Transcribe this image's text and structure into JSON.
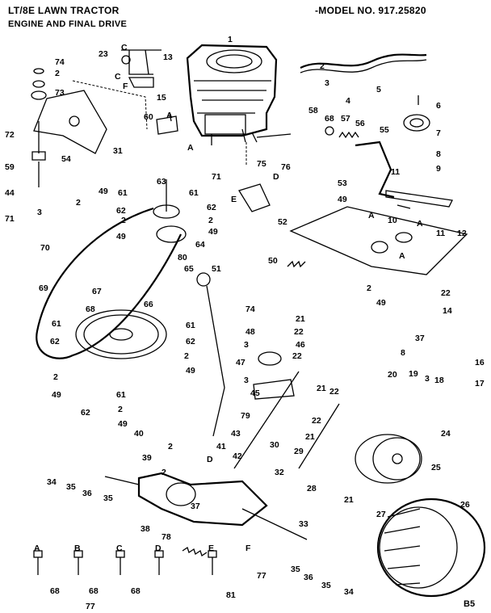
{
  "header": {
    "left_title": "LT/8E LAWN TRACTOR",
    "subtitle": "ENGINE AND FINAL DRIVE",
    "model": "-MODEL NO. 917.25820"
  },
  "corner_code": "B5",
  "callouts": [
    {
      "id": "c1",
      "text": "1"
    },
    {
      "id": "c2a",
      "text": "2"
    },
    {
      "id": "c3a",
      "text": "3"
    },
    {
      "id": "c4",
      "text": "4"
    },
    {
      "id": "c5",
      "text": "5"
    },
    {
      "id": "c6",
      "text": "6"
    },
    {
      "id": "c7",
      "text": "7"
    },
    {
      "id": "c8",
      "text": "8"
    },
    {
      "id": "c9",
      "text": "9"
    },
    {
      "id": "c10",
      "text": "10"
    },
    {
      "id": "c11a",
      "text": "11"
    },
    {
      "id": "c11b",
      "text": "11"
    },
    {
      "id": "c12",
      "text": "12"
    },
    {
      "id": "c13",
      "text": "13"
    },
    {
      "id": "c14",
      "text": "14"
    },
    {
      "id": "c15",
      "text": "15"
    },
    {
      "id": "c16",
      "text": "16"
    },
    {
      "id": "c17",
      "text": "17"
    },
    {
      "id": "c18",
      "text": "18"
    },
    {
      "id": "c19",
      "text": "19"
    },
    {
      "id": "c20",
      "text": "20"
    },
    {
      "id": "c21a",
      "text": "21"
    },
    {
      "id": "c21b",
      "text": "21"
    },
    {
      "id": "c21c",
      "text": "21"
    },
    {
      "id": "c21d",
      "text": "21"
    },
    {
      "id": "c22a",
      "text": "22"
    },
    {
      "id": "c22b",
      "text": "22"
    },
    {
      "id": "c22c",
      "text": "22"
    },
    {
      "id": "c22d",
      "text": "22"
    },
    {
      "id": "c22e",
      "text": "22"
    },
    {
      "id": "c23",
      "text": "23"
    },
    {
      "id": "c24",
      "text": "24"
    },
    {
      "id": "c25",
      "text": "25"
    },
    {
      "id": "c26",
      "text": "26"
    },
    {
      "id": "c27",
      "text": "27"
    },
    {
      "id": "c28",
      "text": "28"
    },
    {
      "id": "c29",
      "text": "29"
    },
    {
      "id": "c30",
      "text": "30"
    },
    {
      "id": "c31",
      "text": "31"
    },
    {
      "id": "c32",
      "text": "32"
    },
    {
      "id": "c33",
      "text": "33"
    },
    {
      "id": "c34a",
      "text": "34"
    },
    {
      "id": "c34b",
      "text": "34"
    },
    {
      "id": "c35a",
      "text": "35"
    },
    {
      "id": "c35b",
      "text": "35"
    },
    {
      "id": "c35c",
      "text": "35"
    },
    {
      "id": "c35d",
      "text": "35"
    },
    {
      "id": "c36a",
      "text": "36"
    },
    {
      "id": "c36b",
      "text": "36"
    },
    {
      "id": "c37a",
      "text": "37"
    },
    {
      "id": "c37b",
      "text": "37"
    },
    {
      "id": "c38",
      "text": "38"
    },
    {
      "id": "c39",
      "text": "39"
    },
    {
      "id": "c40",
      "text": "40"
    },
    {
      "id": "c41",
      "text": "41"
    },
    {
      "id": "c42",
      "text": "42"
    },
    {
      "id": "c43",
      "text": "43"
    },
    {
      "id": "c44",
      "text": "44"
    },
    {
      "id": "c45",
      "text": "45"
    },
    {
      "id": "c46",
      "text": "46"
    },
    {
      "id": "c47",
      "text": "47"
    },
    {
      "id": "c48",
      "text": "48"
    },
    {
      "id": "c49a",
      "text": "49"
    },
    {
      "id": "c49b",
      "text": "49"
    },
    {
      "id": "c49c",
      "text": "49"
    },
    {
      "id": "c49d",
      "text": "49"
    },
    {
      "id": "c49e",
      "text": "49"
    },
    {
      "id": "c49f",
      "text": "49"
    },
    {
      "id": "c49g",
      "text": "49"
    },
    {
      "id": "c49h",
      "text": "49"
    },
    {
      "id": "c50",
      "text": "50"
    },
    {
      "id": "c51",
      "text": "51"
    },
    {
      "id": "c52",
      "text": "52"
    },
    {
      "id": "c53",
      "text": "53"
    },
    {
      "id": "c54",
      "text": "54"
    },
    {
      "id": "c55",
      "text": "55"
    },
    {
      "id": "c56",
      "text": "56"
    },
    {
      "id": "c57",
      "text": "57"
    },
    {
      "id": "c58",
      "text": "58"
    },
    {
      "id": "c59",
      "text": "59"
    },
    {
      "id": "c60",
      "text": "60"
    },
    {
      "id": "c61a",
      "text": "61"
    },
    {
      "id": "c61b",
      "text": "61"
    },
    {
      "id": "c61c",
      "text": "61"
    },
    {
      "id": "c61d",
      "text": "61"
    },
    {
      "id": "c61e",
      "text": "61"
    },
    {
      "id": "c62a",
      "text": "62"
    },
    {
      "id": "c62b",
      "text": "62"
    },
    {
      "id": "c62c",
      "text": "62"
    },
    {
      "id": "c62d",
      "text": "62"
    },
    {
      "id": "c62e",
      "text": "62"
    },
    {
      "id": "c63",
      "text": "63"
    },
    {
      "id": "c64",
      "text": "64"
    },
    {
      "id": "c65",
      "text": "65"
    },
    {
      "id": "c66",
      "text": "66"
    },
    {
      "id": "c67",
      "text": "67"
    },
    {
      "id": "c68a",
      "text": "68"
    },
    {
      "id": "c68b",
      "text": "68"
    },
    {
      "id": "c68c",
      "text": "68"
    },
    {
      "id": "c68d",
      "text": "68"
    },
    {
      "id": "c68e",
      "text": "68"
    },
    {
      "id": "c69",
      "text": "69"
    },
    {
      "id": "c70",
      "text": "70"
    },
    {
      "id": "c71a",
      "text": "71"
    },
    {
      "id": "c71b",
      "text": "71"
    },
    {
      "id": "c72",
      "text": "72"
    },
    {
      "id": "c73",
      "text": "73"
    },
    {
      "id": "c74a",
      "text": "74"
    },
    {
      "id": "c74b",
      "text": "74"
    },
    {
      "id": "c75",
      "text": "75"
    },
    {
      "id": "c76",
      "text": "76"
    },
    {
      "id": "c77a",
      "text": "77"
    },
    {
      "id": "c77b",
      "text": "77"
    },
    {
      "id": "c78",
      "text": "78"
    },
    {
      "id": "c79",
      "text": "79"
    },
    {
      "id": "c80",
      "text": "80"
    },
    {
      "id": "c81",
      "text": "81"
    },
    {
      "id": "c2b",
      "text": "2"
    },
    {
      "id": "c2c",
      "text": "2"
    },
    {
      "id": "c2d",
      "text": "2"
    },
    {
      "id": "c2e",
      "text": "2"
    },
    {
      "id": "c2f",
      "text": "2"
    },
    {
      "id": "c2g",
      "text": "2"
    },
    {
      "id": "c2h",
      "text": "2"
    },
    {
      "id": "c2i",
      "text": "2"
    },
    {
      "id": "c2j",
      "text": "2"
    },
    {
      "id": "c2k",
      "text": "2"
    },
    {
      "id": "c3b",
      "text": "3"
    },
    {
      "id": "c3c",
      "text": "3"
    },
    {
      "id": "c3d",
      "text": "3"
    },
    {
      "id": "c3e",
      "text": "3"
    },
    {
      "id": "c8b",
      "text": "8"
    }
  ],
  "letters": [
    {
      "id": "lA1",
      "text": "A"
    },
    {
      "id": "lA2",
      "text": "A"
    },
    {
      "id": "lA3",
      "text": "A"
    },
    {
      "id": "lA4",
      "text": "A"
    },
    {
      "id": "lA5",
      "text": "A"
    },
    {
      "id": "lC1",
      "text": "C"
    },
    {
      "id": "lC2",
      "text": "C"
    },
    {
      "id": "lD1",
      "text": "D"
    },
    {
      "id": "lD2",
      "text": "D"
    },
    {
      "id": "lE1",
      "text": "E"
    },
    {
      "id": "lF1",
      "text": "F"
    },
    {
      "id": "bA",
      "text": "A"
    },
    {
      "id": "bB",
      "text": "B"
    },
    {
      "id": "bC",
      "text": "C"
    },
    {
      "id": "bD",
      "text": "D"
    },
    {
      "id": "bE",
      "text": "E"
    },
    {
      "id": "bF",
      "text": "F"
    }
  ]
}
